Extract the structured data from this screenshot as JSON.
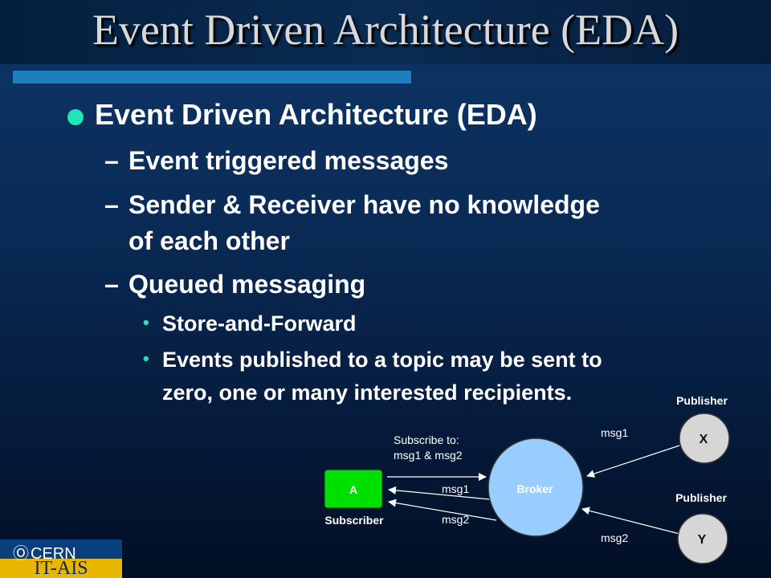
{
  "title": "Event Driven Architecture (EDA)",
  "bullets": {
    "main": "Event Driven Architecture (EDA)",
    "sub1": "Event triggered messages",
    "sub2_line1": "Sender & Receiver have no knowledge",
    "sub2_line2": "of each other",
    "sub3": "Queued messaging",
    "subsub1": "Store-and-Forward",
    "subsub2_line1": "Events published to a topic may be sent to",
    "subsub2_line2": "zero, one or many interested recipients.",
    "dash": "–",
    "dot": "•"
  },
  "diagram": {
    "subscriber_node": "A",
    "subscriber_label": "Subscriber",
    "broker_label": "Broker",
    "publisher_x_node": "X",
    "publisher_x_label": "Publisher",
    "publisher_y_node": "Y",
    "publisher_y_label": "Publisher",
    "subscribe_line1": "Subscribe to:",
    "subscribe_line2": "msg1 & msg2",
    "msg1_to_sub": "msg1",
    "msg2_to_sub": "msg2",
    "msg1_from_pub": "msg1",
    "msg2_from_pub": "msg2",
    "colors": {
      "subscriber": "#00e000",
      "broker": "#99ccff",
      "publisher": "#d6d6d6",
      "accent": "#1ee6b6"
    }
  },
  "footer": {
    "org": "CERN",
    "dept": "IT-AIS"
  }
}
